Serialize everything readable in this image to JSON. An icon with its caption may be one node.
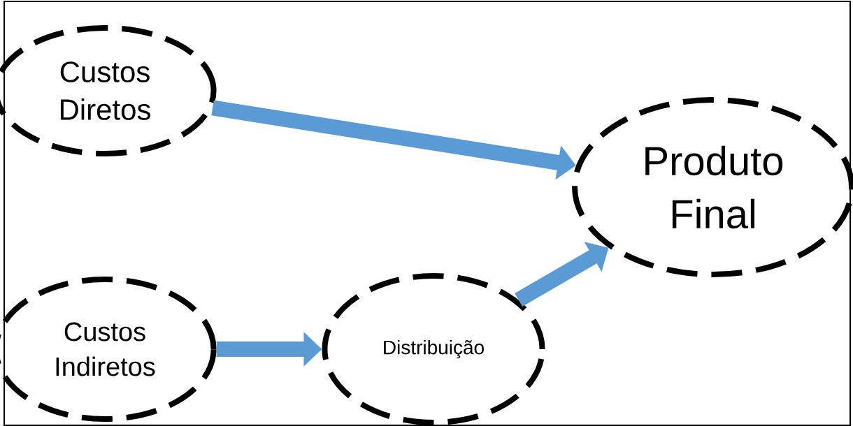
{
  "diagram": {
    "nodes": [
      {
        "text": [
          "Custos Diretos"
        ]
      },
      {
        "text": [
          "Produto Final"
        ]
      },
      {
        "text": [
          "Custos Indiretos"
        ]
      },
      {
        "text": [
          "Distribuição"
        ]
      }
    ],
    "edges": [
      {
        "from": 0,
        "to": 1,
        "arrow": "to"
      },
      {
        "from": 2,
        "to": 3,
        "arrow": "to"
      },
      {
        "from": 3,
        "to": 1,
        "arrow": "to"
      }
    ]
  }
}
